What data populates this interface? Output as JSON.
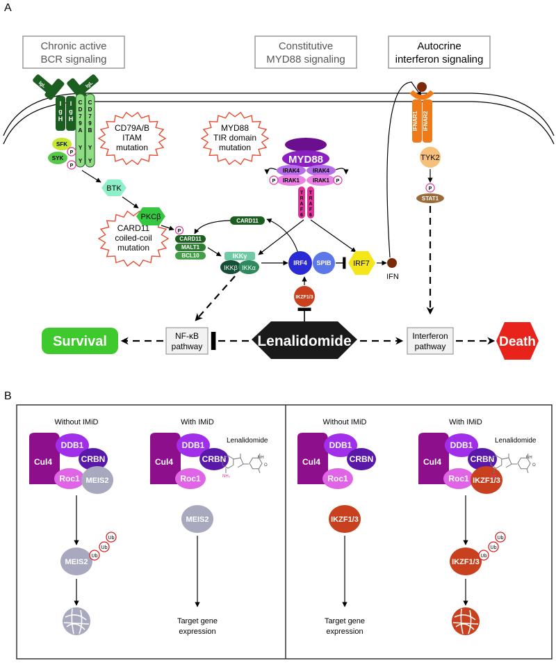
{
  "panel_a": {
    "label": "A",
    "headers": {
      "bcr": [
        "Chronic active",
        "BCR signaling"
      ],
      "myd88": [
        "Constitutive",
        "MYD88 signaling"
      ],
      "ifn": [
        "Autocrine",
        "interferon signaling"
      ]
    },
    "bcr_complex": {
      "igh_left": [
        "I",
        "g",
        "H"
      ],
      "igh_right": [
        "I",
        "g",
        "H"
      ],
      "igl_left": "IgL",
      "igl_right": "IgL",
      "cd79a": [
        "C",
        "D",
        "7",
        "9",
        "A"
      ],
      "cd79b": [
        "C",
        "D",
        "7",
        "9",
        "B"
      ],
      "itam": "Y",
      "sfk": "SFK",
      "syk": "SYK",
      "p": "P"
    },
    "mutations": {
      "cd79": [
        "CD79A/B",
        "ITAM",
        "mutation"
      ],
      "myd88_tir": [
        "MYD88",
        "TIR domain",
        "mutation"
      ],
      "card11_cc": [
        "CARD11",
        "coiled-coil",
        "mutation"
      ]
    },
    "nodes": {
      "btk": "BTK",
      "pkcb": "PKCβ",
      "card11_top": "CARD11",
      "cbm": [
        "CARD11",
        "MALT1",
        "BCL10"
      ],
      "ikk_gamma": "IKKγ",
      "ikk_beta": "IKKβ",
      "ikk_alpha": "IKKα",
      "myd88": "MYD88",
      "irak4": "IRAK4",
      "irak1": "IRAK1",
      "traf6": [
        "T",
        "R",
        "A",
        "F",
        "6"
      ],
      "irf4": "IRF4",
      "spib": "SPIB",
      "irf7": "IRF7",
      "ifn": "IFN",
      "ikzf": "IKZF1/3",
      "ifnar1": "IFNAR1",
      "ifnar2": "IFNAR2",
      "tyk2": "TYK2",
      "stat1": "STAT1"
    },
    "bottom": {
      "survival": "Survival",
      "nfkb": [
        "NF-κB",
        "pathway"
      ],
      "lenalidomide": "Lenalidomide",
      "ifn_pathway": [
        "Interferon",
        "pathway"
      ],
      "death": "Death"
    }
  },
  "panel_b": {
    "label": "B",
    "conditions": {
      "without": "Without IMiD",
      "with": "With IMiD"
    },
    "complex": {
      "cul4": "Cul4",
      "ddb1": "DDB1",
      "crbn": "CRBN",
      "roc1": "Roc1"
    },
    "drug": "Lenalidomide",
    "nh2": "NH₂",
    "nh": "NH",
    "o": "O",
    "ub": "Ub",
    "left_substrate": "MEIS2",
    "right_substrate": "IKZF1/3",
    "outcome": [
      "Target gene",
      "expression"
    ]
  },
  "colors": {
    "dark_green": "#1b5e20",
    "mid_green": "#43a047",
    "light_green": "#a5e3a0",
    "purple_dark": "#6a0f8e",
    "purple_mid": "#9b30d9",
    "pink": "#e060d8",
    "magenta": "#e0309a",
    "blue_irf4": "#2c2fd6",
    "blue_spib": "#5b77e8",
    "yellow": "#f5e61a",
    "orange": "#ef7a1a",
    "brown": "#7a2a06",
    "red_death": "#e8231b",
    "green_survival": "#3ec92c",
    "meis2_gray": "#a8a8bf",
    "ikzf_red": "#c8401e"
  }
}
